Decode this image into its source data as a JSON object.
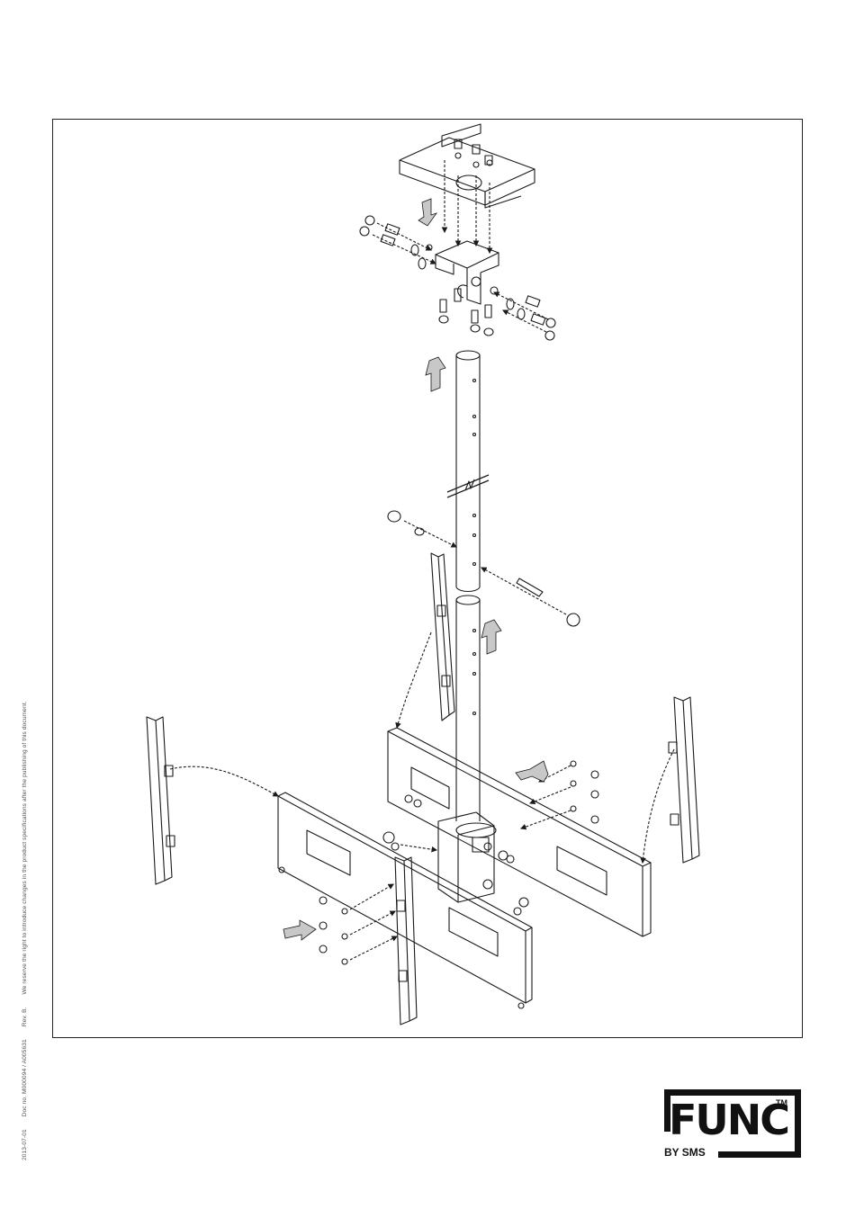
{
  "footer": {
    "date": "2013-07-01",
    "doc_no": "Doc no. M000094 / A005631",
    "revision": "Rev. B.",
    "disclaimer": "We reserve the right to introduce changes in the product specifications after the publishing of this document."
  },
  "logo": {
    "wordmark": "FUNC",
    "trademark": "TM",
    "byline": "BY SMS"
  },
  "colors": {
    "line": "#1a1a1a",
    "arrow_fill": "#c8c8c8",
    "frame": "#222222"
  },
  "icons": [
    "assembly-direction-arrow-icon",
    "screw-icon",
    "nut-icon",
    "washer-icon",
    "cap-icon"
  ]
}
